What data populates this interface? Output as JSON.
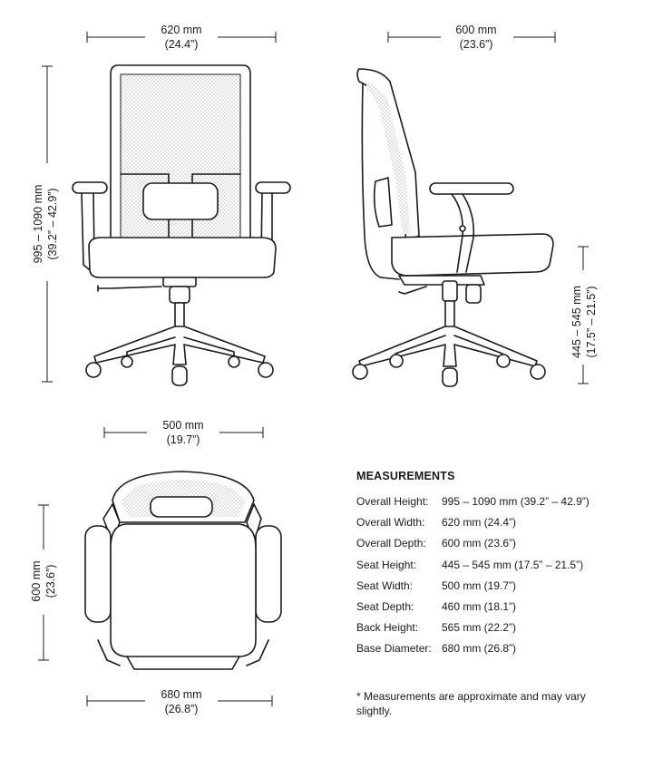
{
  "dimensions": {
    "front_width": {
      "mm": "620 mm",
      "inch": "(24.4”)"
    },
    "side_depth": {
      "mm": "600 mm",
      "inch": "(23.6”)"
    },
    "overall_height": {
      "mm": "995 – 1090 mm",
      "inch": "(39.2” – 42.9”)"
    },
    "seat_height": {
      "mm": "445 – 545 mm",
      "inch": "(17.5” – 21.5”)"
    },
    "seat_width": {
      "mm": "500 mm",
      "inch": "(19.7”)"
    },
    "top_depth": {
      "mm": "600 mm",
      "inch": "(23.6”)"
    },
    "base_diameter": {
      "mm": "680 mm",
      "inch": "(26.8”)"
    }
  },
  "measurements": {
    "title": "MEASUREMENTS",
    "rows": [
      {
        "label": "Overall Height:",
        "value": "995 – 1090 mm (39.2” – 42.9”)"
      },
      {
        "label": "Overall Width:",
        "value": "620 mm (24.4”)"
      },
      {
        "label": "Overall Depth:",
        "value": "600 mm (23.6”)"
      },
      {
        "label": "Seat Height:",
        "value": "445 – 545 mm (17.5” –  21.5”)"
      },
      {
        "label": "Seat Width:",
        "value": "500 mm (19.7”)"
      },
      {
        "label": "Seat Depth:",
        "value": "460 mm (18.1”)"
      },
      {
        "label": "Back Height:",
        "value": "565 mm (22.2”)"
      },
      {
        "label": "Base Diameter:",
        "value": "680 mm (26.8”)"
      }
    ],
    "note": "* Measurements are approximate and may vary slightly."
  }
}
